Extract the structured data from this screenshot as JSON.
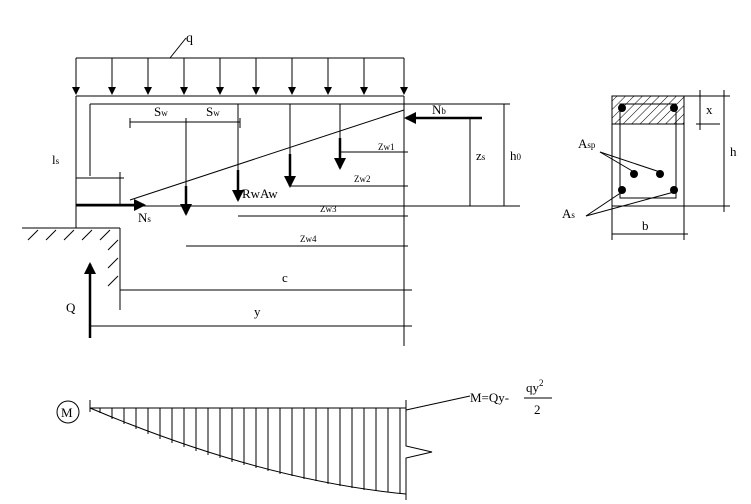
{
  "beam": {
    "load": "q",
    "s_w_1": "S",
    "s_w_1_sub": "w",
    "s_w_2": "S",
    "s_w_2_sub": "w",
    "n_b": "N",
    "n_b_sub": "b",
    "z_s": "z",
    "z_s_sub": "s",
    "h0": "h",
    "h0_sub": "0",
    "l_s": "l",
    "l_s_sub": "s",
    "n_s": "N",
    "n_s_sub": "s",
    "z_w1": "Zw1",
    "z_w2": "Zw2",
    "z_w3": "Zw3",
    "z_w4": "Zw4",
    "rw_aw": "RwAw",
    "q_reaction": "Q",
    "c": "c",
    "y": "y"
  },
  "section": {
    "x": "x",
    "h": "h",
    "a_sp": "A",
    "a_sp_sub": "sp",
    "a_s": "A",
    "a_s_sub": "s",
    "b": "b"
  },
  "moment": {
    "m_symbol": "M",
    "formula_lhs": "M=Qy-",
    "formula_num": "qy",
    "formula_exp": "2",
    "formula_den": "2"
  }
}
